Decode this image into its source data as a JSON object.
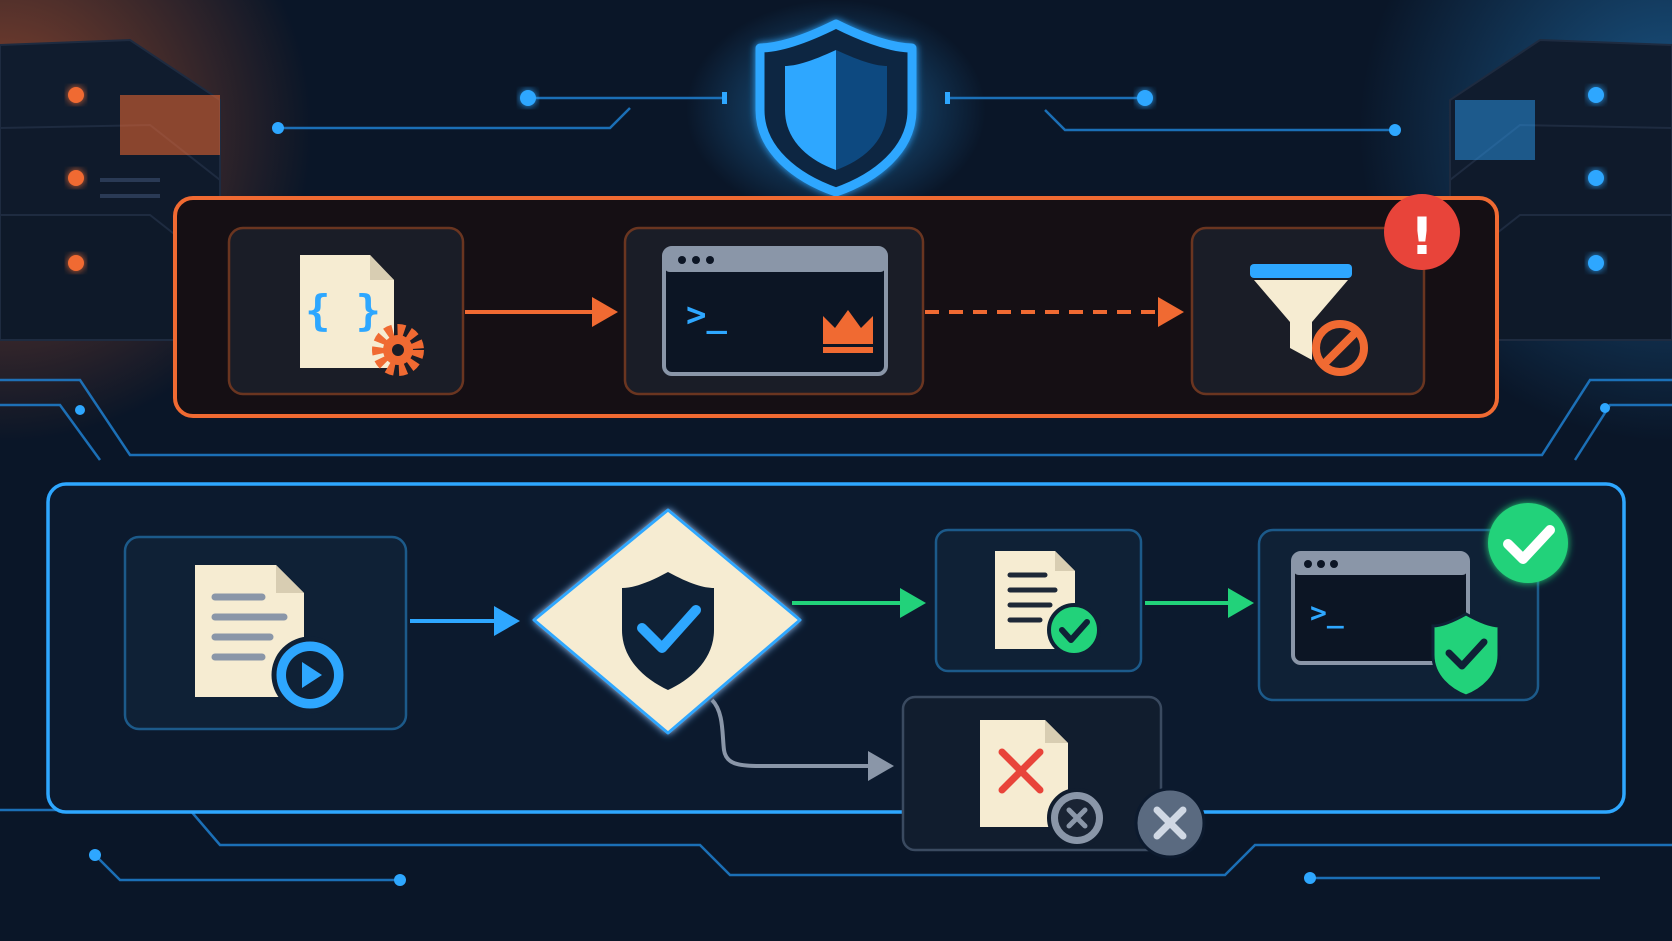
{
  "diagram": {
    "top_flow": {
      "nodes": [
        {
          "id": "config-file",
          "icon": "code-file-gear-icon"
        },
        {
          "id": "admin-terminal",
          "icon": "terminal-crown-icon",
          "prompt": ">_"
        },
        {
          "id": "filter-blocked",
          "icon": "funnel-blocked-icon"
        }
      ],
      "alert_badge": "!",
      "edges": [
        {
          "from": "config-file",
          "to": "admin-terminal",
          "style": "solid"
        },
        {
          "from": "admin-terminal",
          "to": "filter-blocked",
          "style": "dashed"
        }
      ]
    },
    "bottom_flow": {
      "nodes": [
        {
          "id": "script-file",
          "icon": "document-play-icon"
        },
        {
          "id": "security-check",
          "icon": "shield-check-icon",
          "shape": "diamond"
        },
        {
          "id": "approved-file",
          "icon": "document-check-icon"
        },
        {
          "id": "secure-terminal",
          "icon": "terminal-shield-icon",
          "prompt": ">_"
        },
        {
          "id": "rejected-file",
          "icon": "document-x-icon"
        }
      ],
      "edges": [
        {
          "from": "script-file",
          "to": "security-check"
        },
        {
          "from": "security-check",
          "to": "approved-file"
        },
        {
          "from": "approved-file",
          "to": "secure-terminal"
        },
        {
          "from": "security-check",
          "to": "rejected-file"
        }
      ]
    }
  },
  "colors": {
    "background": "#0a1628",
    "orange": "#f06a32",
    "blue": "#2ea7ff",
    "green": "#22d27a",
    "red": "#e8443a",
    "gray": "#8a96a8",
    "paper": "#f6ecd2"
  }
}
